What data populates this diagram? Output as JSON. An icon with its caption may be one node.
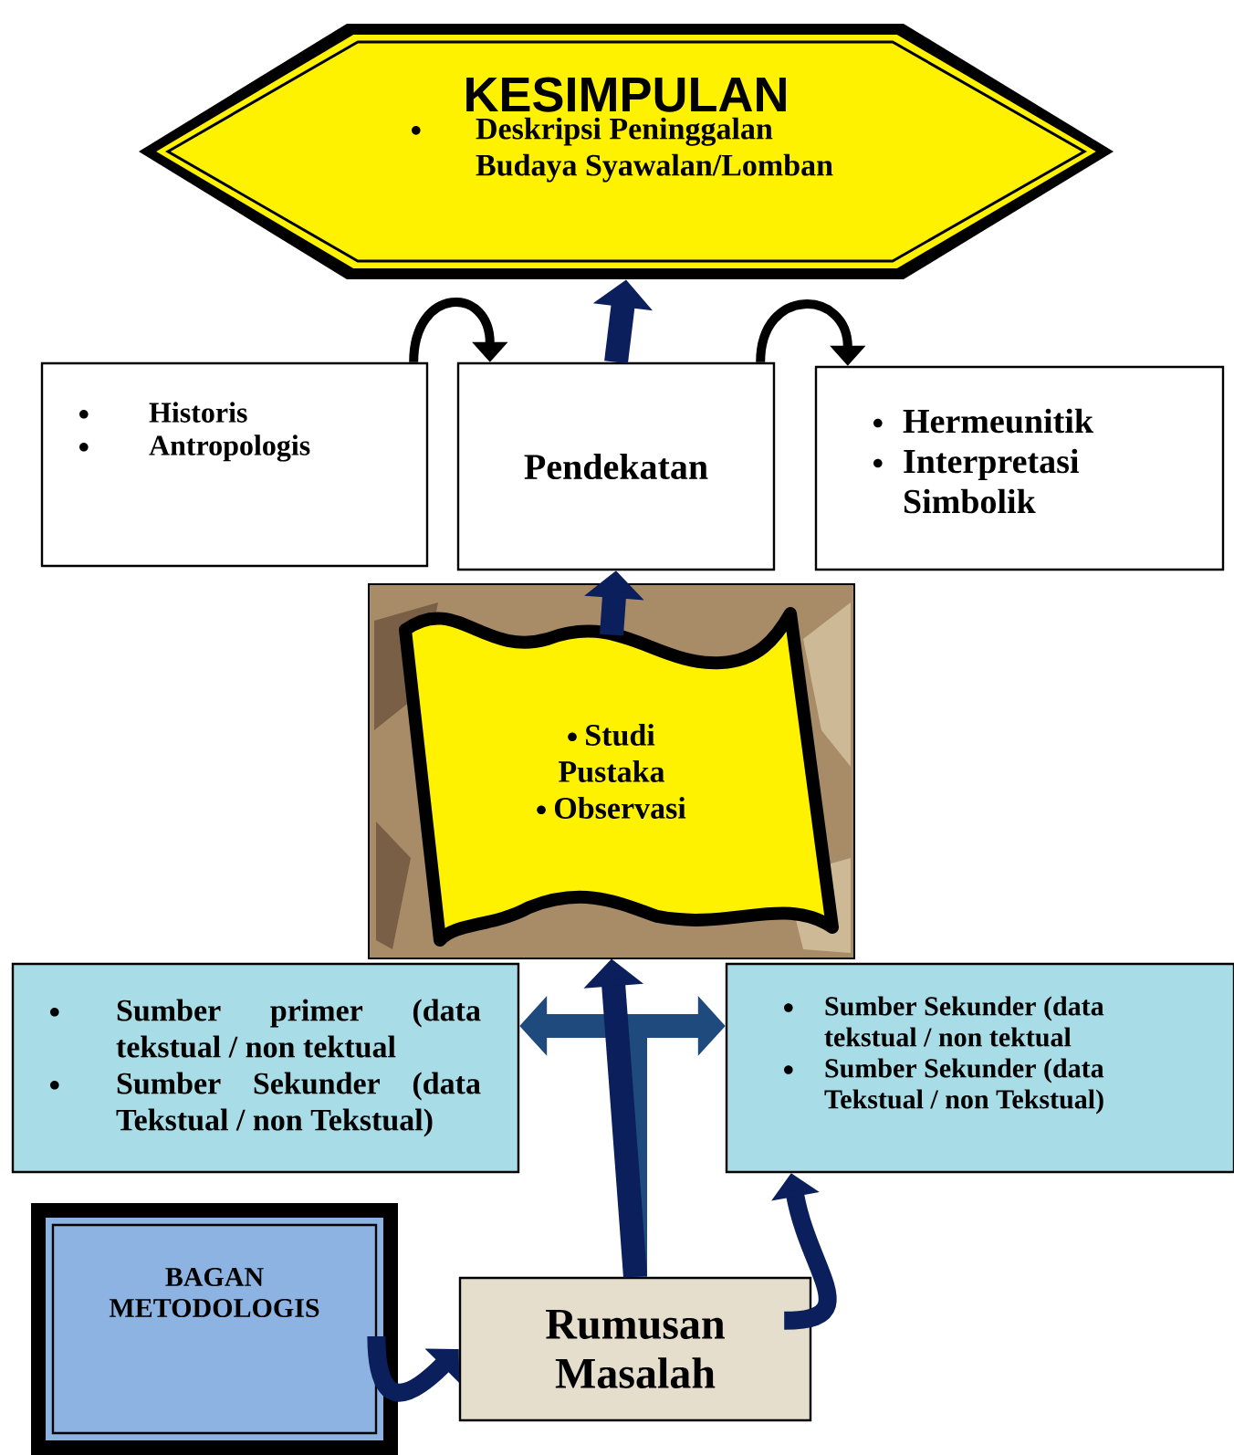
{
  "diagram": {
    "nodes": [
      {
        "text": [
          "KESIMPULAN",
          "Deskripsi Peninggalan Budaya Syawalan/Lomban"
        ]
      },
      {
        "text": [
          "Historis",
          "Antropologis"
        ]
      },
      {
        "text": [
          "Pendekatan"
        ]
      },
      {
        "text": [
          "Hermeunitik",
          "Interpretasi Simbolik"
        ]
      },
      {
        "text": [
          "Studi Pustaka",
          "Observasi"
        ]
      },
      {
        "text": [
          "Sumber primer (data tekstual / non tektual",
          "Sumber Sekunder (data Tekstual / non Tekstual)"
        ]
      },
      {
        "text": [
          "Sumber Sekunder (data tekstual / non tektual",
          "Sumber Sekunder (data Tekstual / non Tekstual)"
        ]
      },
      {
        "text": [
          "BAGAN METODOLOGIS"
        ]
      },
      {
        "text": [
          "Rumusan Masalah"
        ]
      }
    ],
    "edges": [
      {
        "from": 1,
        "to": 2,
        "arrow": "to",
        "color": "#000000"
      },
      {
        "from": 2,
        "to": 0,
        "arrow": "to"
      },
      {
        "from": 2,
        "to": 3,
        "arrow": "to",
        "color": "#000000"
      },
      {
        "from": 4,
        "to": 2,
        "arrow": "to"
      },
      {
        "from": 8,
        "to": 5,
        "arrow": "to",
        "color": "#1f4a7e"
      },
      {
        "from": 8,
        "to": 6,
        "arrow": "to",
        "color": "#1f4a7e"
      },
      {
        "from": 8,
        "to": 4,
        "arrow": "to"
      },
      {
        "from": 8,
        "to": 6,
        "arrow": "to"
      },
      {
        "from": 7,
        "to": 8,
        "arrow": "to"
      }
    ]
  }
}
